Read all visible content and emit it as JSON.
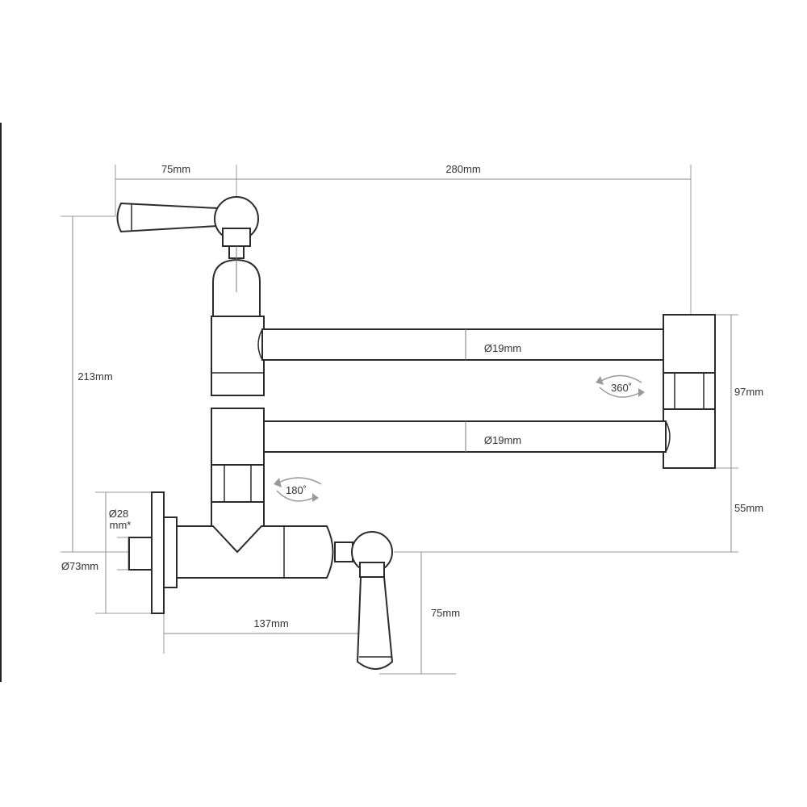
{
  "labels": {
    "width_handle": "75mm",
    "width_arm": "280mm",
    "height_total": "213mm",
    "upper_pipe": "Ø19mm",
    "lower_pipe": "Ø19mm",
    "rotation_elbow": "360˚",
    "rotation_base": "180˚",
    "joint_height": "97mm",
    "lower_offset": "55mm",
    "inlet_diameter_line1": "Ø28",
    "inlet_diameter_line2": "mm*",
    "flange_diameter": "Ø73mm",
    "projection": "137mm",
    "handle_drop": "75mm"
  }
}
